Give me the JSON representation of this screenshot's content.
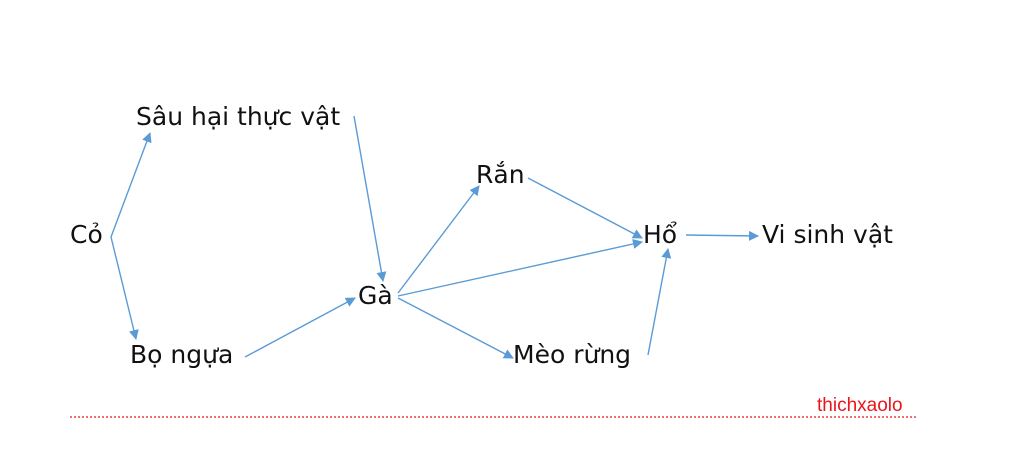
{
  "nodes": {
    "co": "Cỏ",
    "sau": "Sâu hại thực vật",
    "bo_ngua": "Bọ ngựa",
    "ga": "Gà",
    "ran": "Rắn",
    "meo_rung": "Mèo rừng",
    "ho": "Hổ",
    "vi_sinh_vat": "Vi sinh vật"
  },
  "edges": [
    {
      "from": "co",
      "to": "sau"
    },
    {
      "from": "co",
      "to": "bo_ngua"
    },
    {
      "from": "sau",
      "to": "ga"
    },
    {
      "from": "bo_ngua",
      "to": "ga"
    },
    {
      "from": "ga",
      "to": "ran"
    },
    {
      "from": "ga",
      "to": "ho"
    },
    {
      "from": "ga",
      "to": "meo_rung"
    },
    {
      "from": "ran",
      "to": "ho"
    },
    {
      "from": "meo_rung",
      "to": "ho"
    },
    {
      "from": "ho",
      "to": "vi_sinh_vat"
    }
  ],
  "watermark": {
    "text": "thichxaolo",
    "color": "#e8161b"
  },
  "colors": {
    "arrow": "#5b9bd5",
    "text": "#111111",
    "dotted_line": "#e8161b"
  }
}
